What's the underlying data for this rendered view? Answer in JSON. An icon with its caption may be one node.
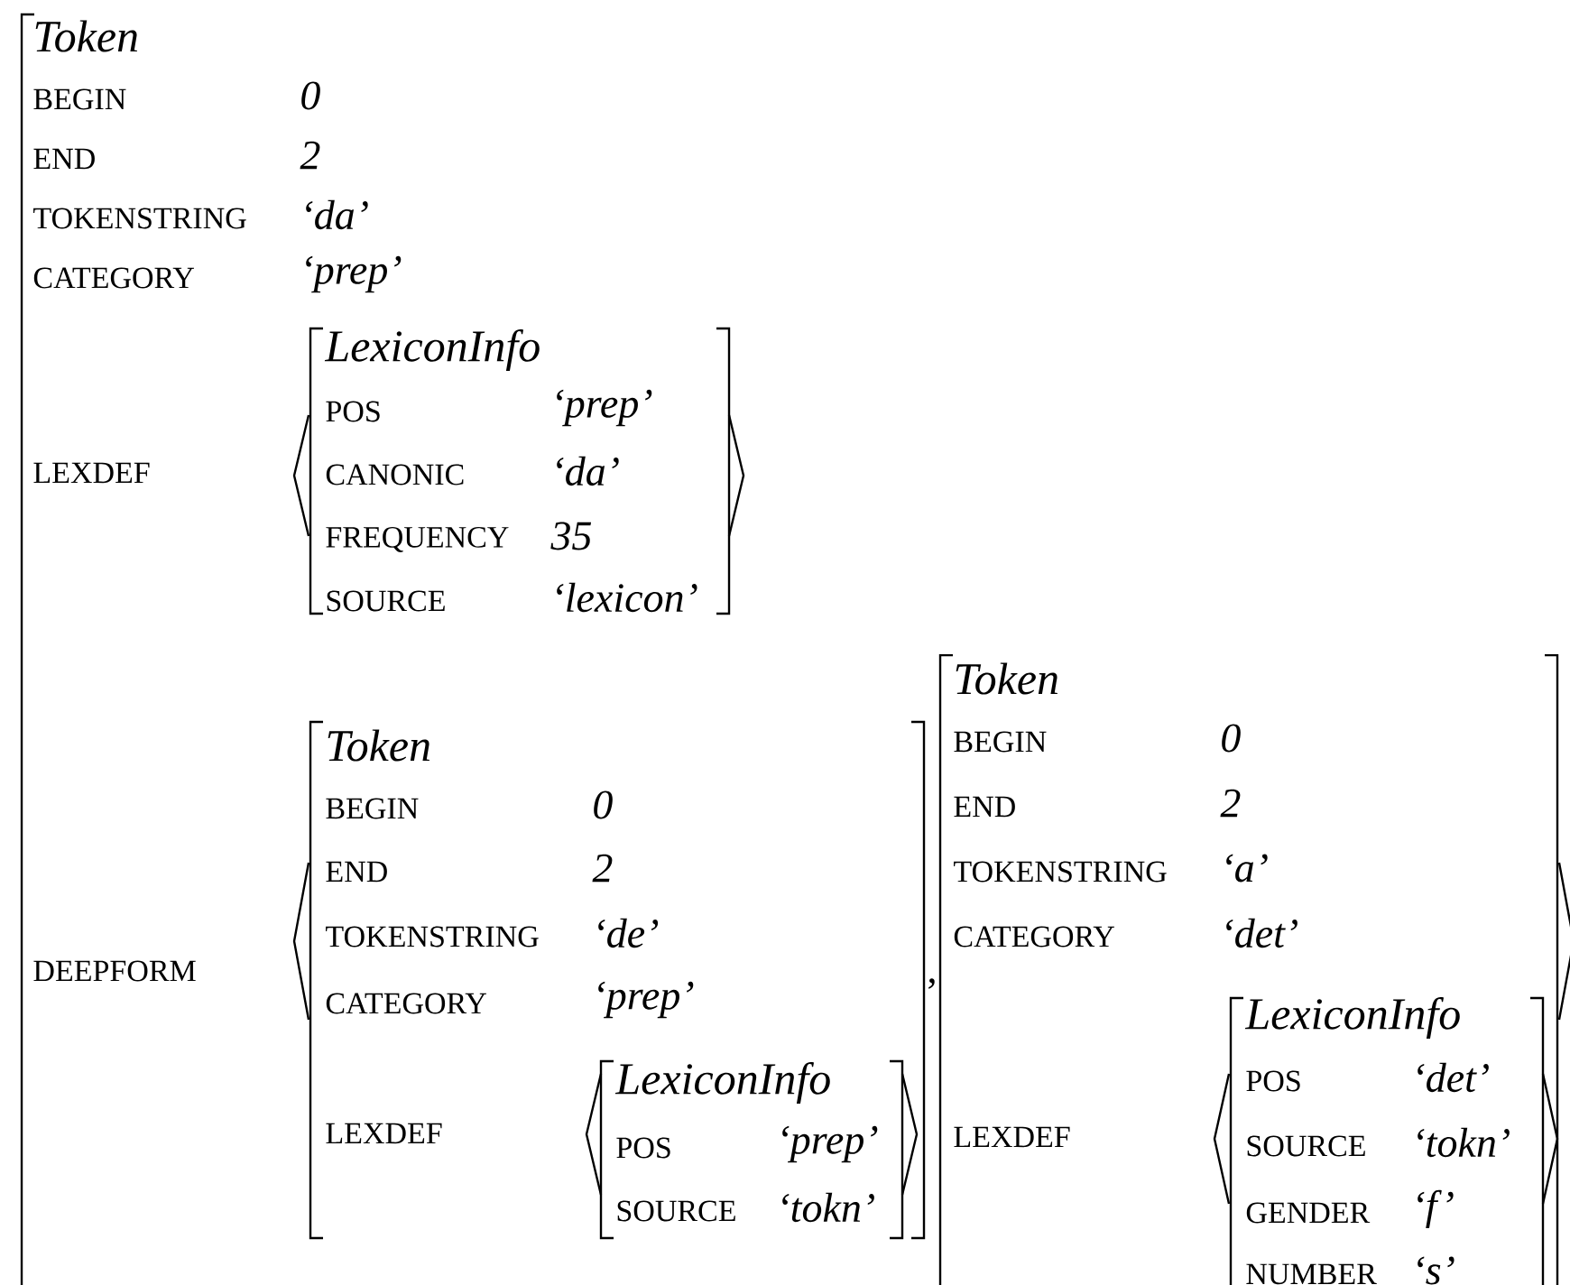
{
  "diagram": {
    "nodes": [
      {
        "text": [
          "Token",
          "BEGIN",
          "0",
          "END",
          "2",
          "TOKENSTRING",
          "‘da’",
          "CATEGORY",
          "‘prep’",
          "LEXDEF",
          "DEEPFORM"
        ]
      },
      {
        "text": [
          "LexiconInfo",
          "POS",
          "‘prep’",
          "CANONIC",
          "‘da’",
          "FREQUENCY",
          "35",
          "SOURCE",
          "‘lexicon’"
        ],
        "in": 0
      },
      {
        "text": [
          "Token",
          "BEGIN",
          "0",
          "END",
          "2",
          "TOKENSTRING",
          "‘de’",
          "CATEGORY",
          "‘prep’",
          "LEXDEF"
        ],
        "in": 0
      },
      {
        "text": [
          "LexiconInfo",
          "POS",
          "‘prep’",
          "SOURCE",
          "‘tokn’"
        ],
        "in": 2
      },
      {
        "text": [
          "Token",
          "BEGIN",
          "0",
          "END",
          "2",
          "TOKENSTRING",
          "‘a’",
          "CATEGORY",
          "‘det’",
          "LEXDEF"
        ],
        "in": 0
      },
      {
        "text": [
          "LexiconInfo",
          "POS",
          "‘det’",
          "SOURCE",
          "‘tokn’",
          "GENDER",
          "‘f’",
          "NUMBER",
          "‘s’"
        ],
        "in": 4
      }
    ],
    "labels": [
      ","
    ]
  }
}
